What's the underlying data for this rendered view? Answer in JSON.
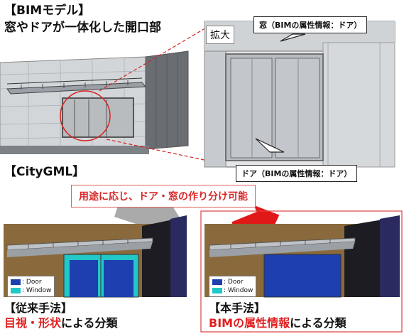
{
  "bim": {
    "heading": "【BIMモデル】",
    "caption": "窓やドアが一体化した開口部"
  },
  "zoom": {
    "label": "拡大",
    "window_callout": "窓（BIMの属性情報：ドア）",
    "door_callout": "ドア（BIMの属性情報：ドア）"
  },
  "citygml": {
    "heading": "【CityGML】",
    "banner": "用途に応じ、ドア・窓の作り分け可能"
  },
  "legend": {
    "door": ": Door",
    "window": ": Window",
    "door_color": "#1d3fb0",
    "window_color": "#22c7c7"
  },
  "conventional": {
    "heading": "【従来手法】",
    "method_red": "目視・形状",
    "method_rest": "による分類"
  },
  "proposed": {
    "heading": "【本手法】",
    "method_red": "BIMの属性情報",
    "method_rest": "による分類"
  },
  "colors": {
    "accent_red": "#e02020",
    "wall_brown": "#8a6a3c",
    "facade_gray": "#c9cccf"
  }
}
